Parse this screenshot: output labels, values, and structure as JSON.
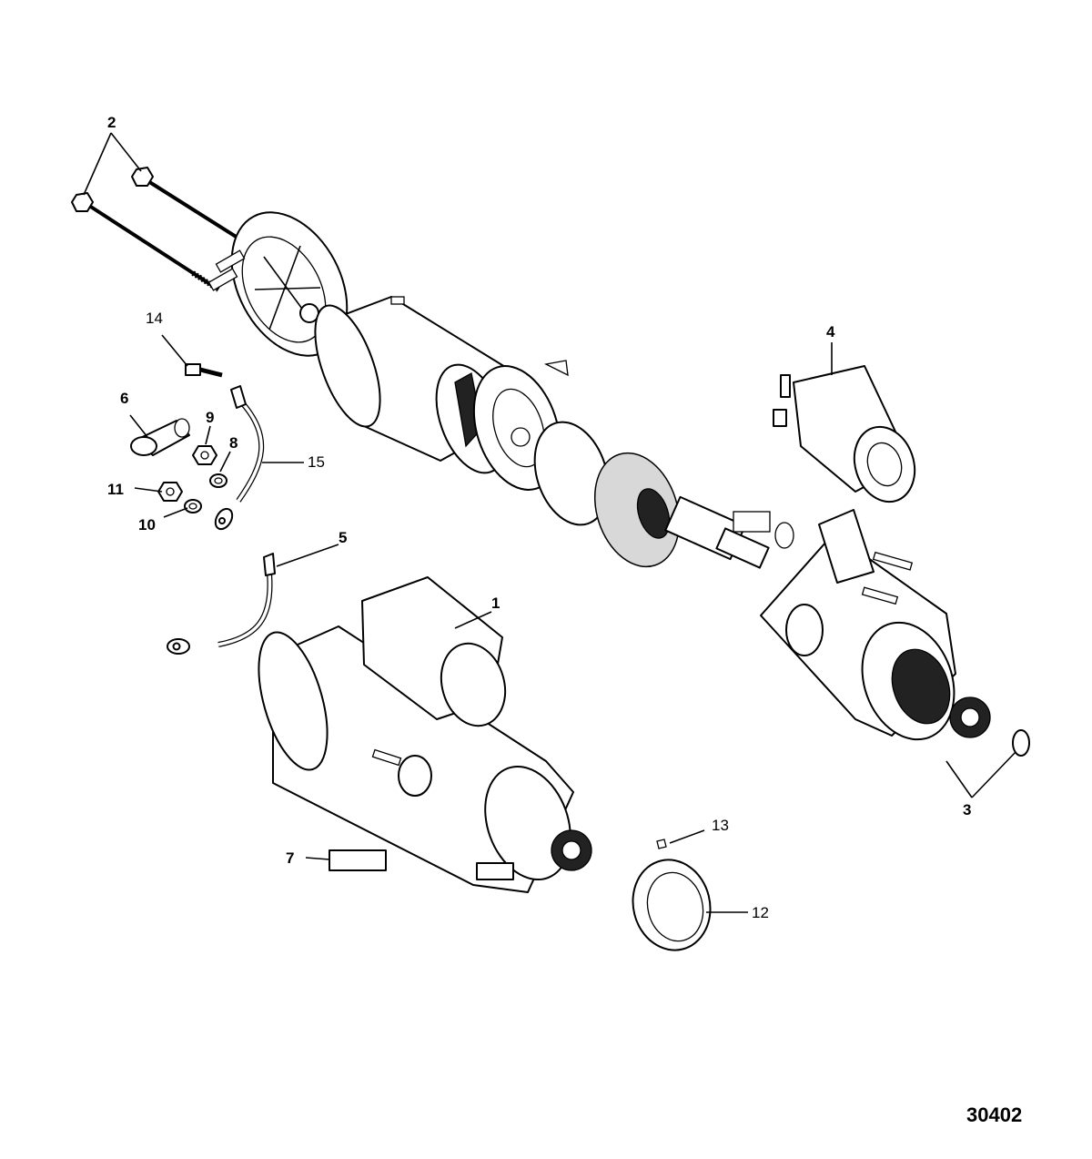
{
  "figure_number": "30402",
  "callouts": {
    "c1": "1",
    "c2": "2",
    "c3": "3",
    "c4": "4",
    "c5": "5",
    "c6": "6",
    "c7": "7",
    "c8": "8",
    "c9": "9",
    "c10": "10",
    "c11": "11",
    "c12": "12",
    "c13": "13",
    "c14": "14",
    "c15": "15"
  }
}
